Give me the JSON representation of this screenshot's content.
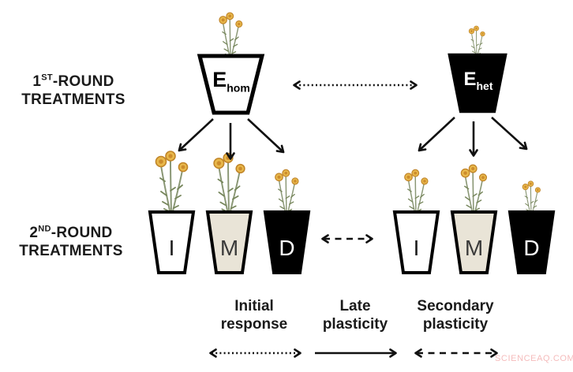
{
  "first_round_label": {
    "num": "1",
    "sup": "ST",
    "rest": "-ROUND",
    "line2": "TREATMENTS"
  },
  "second_round_label": {
    "num": "2",
    "sup": "ND",
    "rest": "-ROUND",
    "line2": "TREATMENTS"
  },
  "first_round_pots": [
    {
      "name": "homogeneous-environment-pot",
      "main": "E",
      "sub": "hom",
      "fill": "#ffffff",
      "text_color": "#000000"
    },
    {
      "name": "heterogeneous-environment-pot",
      "main": "E",
      "sub": "het",
      "fill": "#000000",
      "text_color": "#ffffff"
    }
  ],
  "second_round_pots": {
    "left": [
      {
        "label": "I",
        "fill": "#ffffff",
        "text_color": "#1a1a1a"
      },
      {
        "label": "M",
        "fill": "#e9e4d7",
        "text_color": "#3a3a3a"
      },
      {
        "label": "D",
        "fill": "#000000",
        "text_color": "#ffffff"
      }
    ],
    "right": [
      {
        "label": "I",
        "fill": "#ffffff",
        "text_color": "#1a1a1a"
      },
      {
        "label": "M",
        "fill": "#e9e4d7",
        "text_color": "#3a3a3a"
      },
      {
        "label": "D",
        "fill": "#000000",
        "text_color": "#ffffff"
      }
    ]
  },
  "legend": [
    {
      "line1": "Initial",
      "line2": "response",
      "arrow_style": "dotted-double"
    },
    {
      "line1": "Late",
      "line2": "plasticity",
      "arrow_style": "solid-single"
    },
    {
      "line1": "Secondary",
      "line2": "plasticity",
      "arrow_style": "dashed-double"
    }
  ],
  "watermark": {
    "text": "SCIENCEAQ.COM",
    "color": "#f5bcbc"
  },
  "colors": {
    "line_black": "#111111",
    "pot_beige": "#e9e4d7",
    "flower_petal": "#e8b84b",
    "flower_center": "#cd8c2c",
    "stem_green": "#8a9775"
  }
}
